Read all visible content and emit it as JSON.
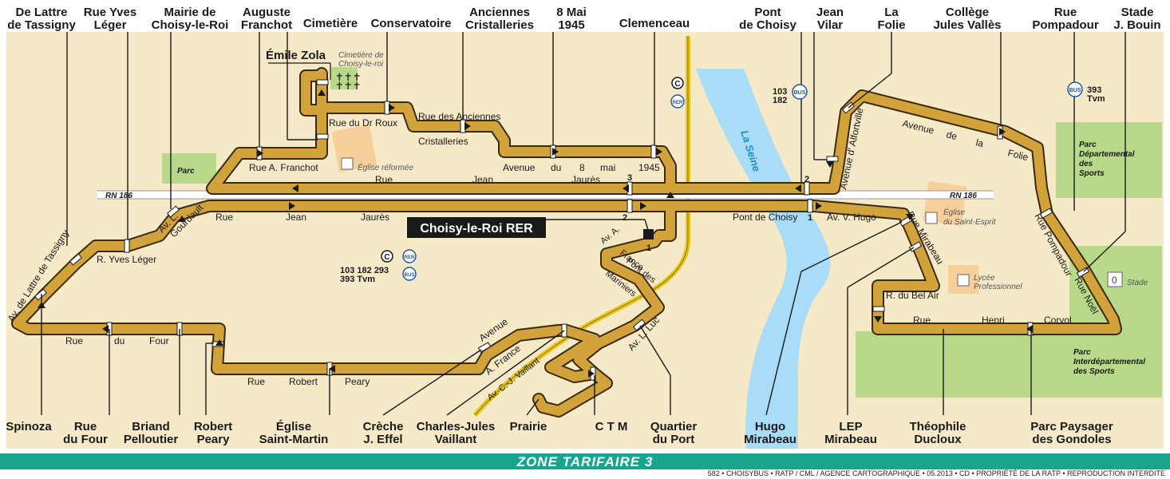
{
  "stops_top": [
    {
      "id": "de-lattre-top",
      "l1": "De Lattre",
      "l2": "de Tassigny"
    },
    {
      "id": "rue-yves-leger-top",
      "l1": "Rue Yves",
      "l2": "Léger"
    },
    {
      "id": "mairie-top",
      "l1": "Mairie de",
      "l2": "Choisy-le-Roi"
    },
    {
      "id": "auguste-franchot",
      "l1": "Auguste",
      "l2": "Franchot"
    },
    {
      "id": "cimetiere",
      "l1": "Cimetière",
      "l2": ""
    },
    {
      "id": "conservatoire",
      "l1": "Conservatoire",
      "l2": ""
    },
    {
      "id": "anciennes-cristalleries",
      "l1": "Anciennes",
      "l2": "Cristalleries"
    },
    {
      "id": "8-mai-1945",
      "l1": "8 Mai",
      "l2": "1945"
    },
    {
      "id": "clemenceau",
      "l1": "Clemenceau",
      "l2": ""
    },
    {
      "id": "pont-de-choisy",
      "l1": "Pont",
      "l2": "de Choisy"
    },
    {
      "id": "jean-vilar",
      "l1": "Jean",
      "l2": "Vilar"
    },
    {
      "id": "la-folie",
      "l1": "La",
      "l2": "Folie"
    },
    {
      "id": "college",
      "l1": "Collège",
      "l2": "Jules Vallès"
    },
    {
      "id": "rue-pompadour-top",
      "l1": "Rue",
      "l2": "Pompadour"
    },
    {
      "id": "stade-bouin",
      "l1": "Stade",
      "l2": "J. Bouin"
    }
  ],
  "stops_bottom": [
    {
      "id": "spinoza",
      "l1": "Spinoza",
      "l2": ""
    },
    {
      "id": "rue-du-four-bottom",
      "l1": "Rue",
      "l2": "du Four"
    },
    {
      "id": "briand",
      "l1": "Briand",
      "l2": "Pelloutier"
    },
    {
      "id": "robert-peary",
      "l1": "Robert",
      "l2": "Peary"
    },
    {
      "id": "eglise-saint-martin",
      "l1": "Église",
      "l2": "Saint-Martin"
    },
    {
      "id": "creche",
      "l1": "Crèche",
      "l2": "J. Effel"
    },
    {
      "id": "charles-jules",
      "l1": "Charles-Jules",
      "l2": "Vaillant"
    },
    {
      "id": "prairie",
      "l1": "Prairie",
      "l2": ""
    },
    {
      "id": "ctm",
      "l1": "C T M",
      "l2": ""
    },
    {
      "id": "quartier-du-port",
      "l1": "Quartier",
      "l2": "du Port"
    },
    {
      "id": "hugo-mirabeau",
      "l1": "Hugo",
      "l2": "Mirabeau"
    },
    {
      "id": "lep-mirabeau",
      "l1": "LEP",
      "l2": "Mirabeau"
    },
    {
      "id": "theophile",
      "l1": "Théophile",
      "l2": "Ducloux"
    },
    {
      "id": "parc-paysager",
      "l1": "Parc Paysager",
      "l2": "des Gondoles"
    }
  ],
  "streets": {
    "dr_roux": "Rue du Dr Roux",
    "anciennes1": "Rue  des  Anciennes",
    "anciennes2": "Cristalleries",
    "av8mai": [
      "Avenue",
      "du",
      "8",
      "mai",
      "1945"
    ],
    "franchot": "Rue A. Franchot",
    "jean_jaures_n": [
      "Rue",
      "Jean",
      "Jaurès"
    ],
    "jean_jaures_s": [
      "Rue",
      "Jean",
      "Jaurès"
    ],
    "gourdault": "Gourdault",
    "av_l": "Av. L.",
    "yves_leger": "R. Yves Léger",
    "de_lattre": "Av. de Lattre de Tassigny",
    "rue_du_four": [
      "Rue",
      "du",
      "Four"
    ],
    "robert_peary": [
      "Rue",
      "Robert",
      "Peary"
    ],
    "avenue": "Avenue",
    "a_france": "A. France",
    "av_cj": "Av. C.-J. Vaillant",
    "av_a": "Av. A.",
    "france": "France",
    "pont_des": "Pont des",
    "mariniers": "Mariniers",
    "av_l_luc": "Av. L. Luc",
    "pont_de_choisy_street": "Pont de Choisy",
    "av_v_hugo": "Av. V. Hugo",
    "rue_mirabeau": "Rue Mirabeau",
    "r_bel_air": "R. du Bel Air",
    "henri_corvol": [
      "Rue",
      "Henri",
      "Corvol"
    ],
    "av_alfortville": "Avenue d' Alfortville",
    "av_folie": [
      "Avenue",
      "de",
      "la",
      "Folie"
    ],
    "rue_pompadour": "Rue Pompadour",
    "rue_noel": "Rue Noël",
    "rn186": "RN 186"
  },
  "labels": {
    "emile_zola": "Émile Zola",
    "cimetiere_small1": "Cimetière de",
    "cimetiere_small2": "Choisy-le-roi",
    "eglise_reformee": "Église réformée",
    "eglise_sesp1": "Église",
    "eglise_sesp2": "du Saint-Esprit",
    "lycee1": "Lycée",
    "lycee2": "Professionnel",
    "stade": "Stade",
    "stade_icon_letter": "0",
    "la_seine": "La Seine",
    "parc": "Parc",
    "parc_dep": [
      "Parc",
      "Départemental",
      "des",
      "Sports"
    ],
    "parc_interdep": [
      "Parc",
      "Interdépartemental",
      "des Sports"
    ],
    "rer_station": "Choisy-le-Roi RER",
    "rer_num2": "2",
    "rer_num1": "1",
    "num3": "3",
    "num2_pont": "2",
    "num1_pont": "1",
    "bus_103_182": [
      "103",
      "182"
    ],
    "bus_393": [
      "393",
      "Tvm"
    ],
    "bus_rer": [
      "103  182  293",
      "393  Tvm"
    ],
    "rer_badge": "RER",
    "bus_badge": "BUS",
    "line_c": "C"
  },
  "footer": {
    "zone": "ZONE TARIFAIRE 3",
    "credit": "582 • CHOISYBUS • RATP / CML / AGENCE CARTOGRAPHIQUE • 05.2013 • CD • PROPRIÉTÉ DE LA RATP • REPRODUCTION INTERDITE"
  },
  "colors": {
    "route": "#d2a33a",
    "route_outline": "#3a2a10",
    "seine": "#a9dcf6",
    "park": "#b8d88a",
    "zone_band": "#17a58e",
    "rer_line": "#e8c619"
  }
}
